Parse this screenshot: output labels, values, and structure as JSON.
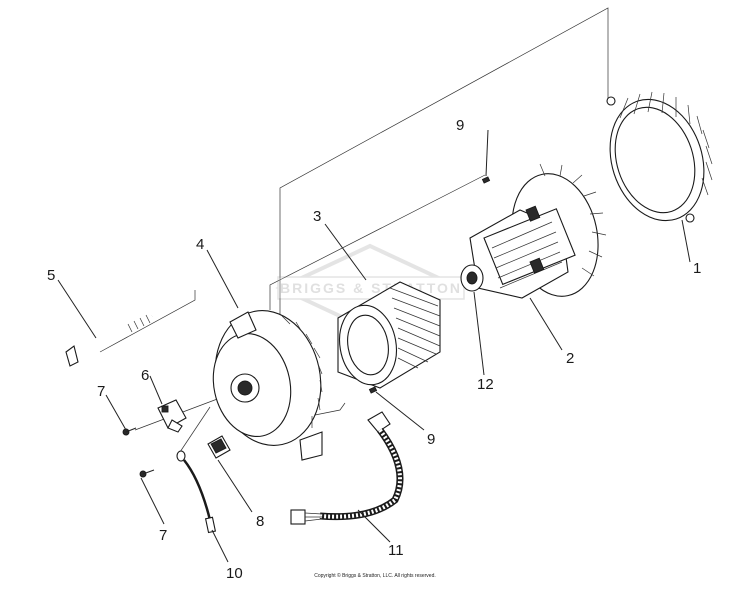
{
  "watermark": "BRIGGS & STRATTON",
  "callouts": {
    "c1": "1",
    "c2": "2",
    "c3": "3",
    "c4": "4",
    "c5": "5",
    "c6": "6",
    "c7a": "7",
    "c7b": "7",
    "c8": "8",
    "c9a": "9",
    "c9b": "9",
    "c10": "10",
    "c11": "11",
    "c12": "12"
  },
  "footer": "Copyright © Briggs & Stratton, LLC. All rights reserved."
}
